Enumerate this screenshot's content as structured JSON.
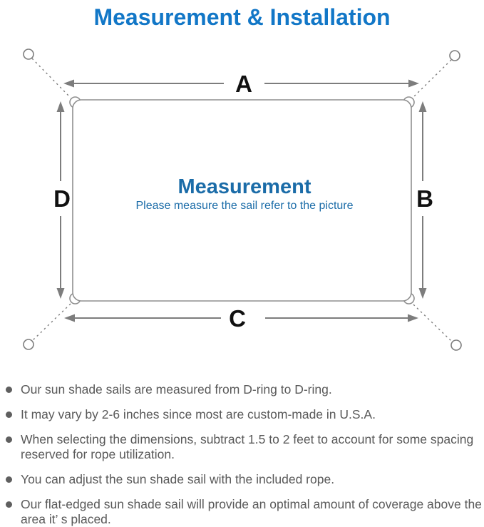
{
  "colors": {
    "title-blue": "#1277c7",
    "diagram-blue": "#1b6ca8",
    "line-gray": "#7d7d7d",
    "rect-gray": "#8f8f8f",
    "label-black": "#111111",
    "note-text": "#595959",
    "bullet-gray": "#5f5f5f"
  },
  "header": {
    "title": "Measurement & Installation"
  },
  "diagram": {
    "labels": {
      "top": "A",
      "right": "B",
      "bottom": "C",
      "left": "D"
    },
    "center_title": "Measurement",
    "center_subtitle": "Please measure the sail refer to the picture"
  },
  "notes": {
    "items": [
      {
        "text": "Our sun shade sails are measured from D-ring to D-ring."
      },
      {
        "text": "It may vary by 2-6 inches since most are custom-made in U.S.A."
      },
      {
        "text": "When selecting the dimensions, subtract 1.5 to 2 feet to account for some spacing reserved for rope utilization."
      },
      {
        "text": "You can adjust the sun shade sail with the included rope."
      },
      {
        "text": "Our flat-edged sun shade sail will provide an optimal amount of coverage above the area it’ s placed."
      }
    ]
  }
}
